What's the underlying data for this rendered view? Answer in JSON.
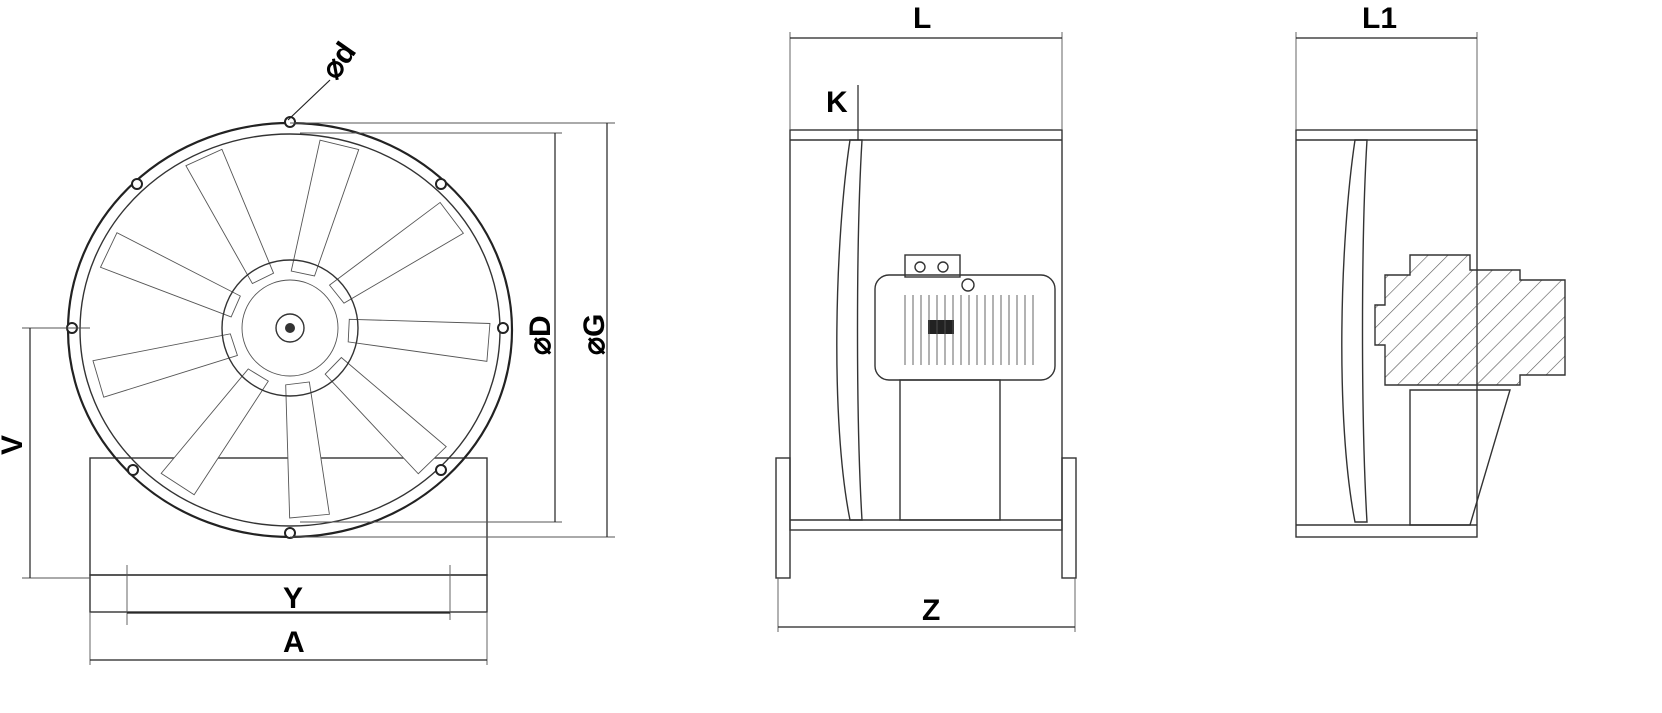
{
  "labels": {
    "d": "⌀d",
    "D": "⌀D",
    "G": "⌀G",
    "V": "V",
    "Y": "Y",
    "A": "A",
    "L": "L",
    "K": "K",
    "Z": "Z",
    "L1": "L1"
  }
}
